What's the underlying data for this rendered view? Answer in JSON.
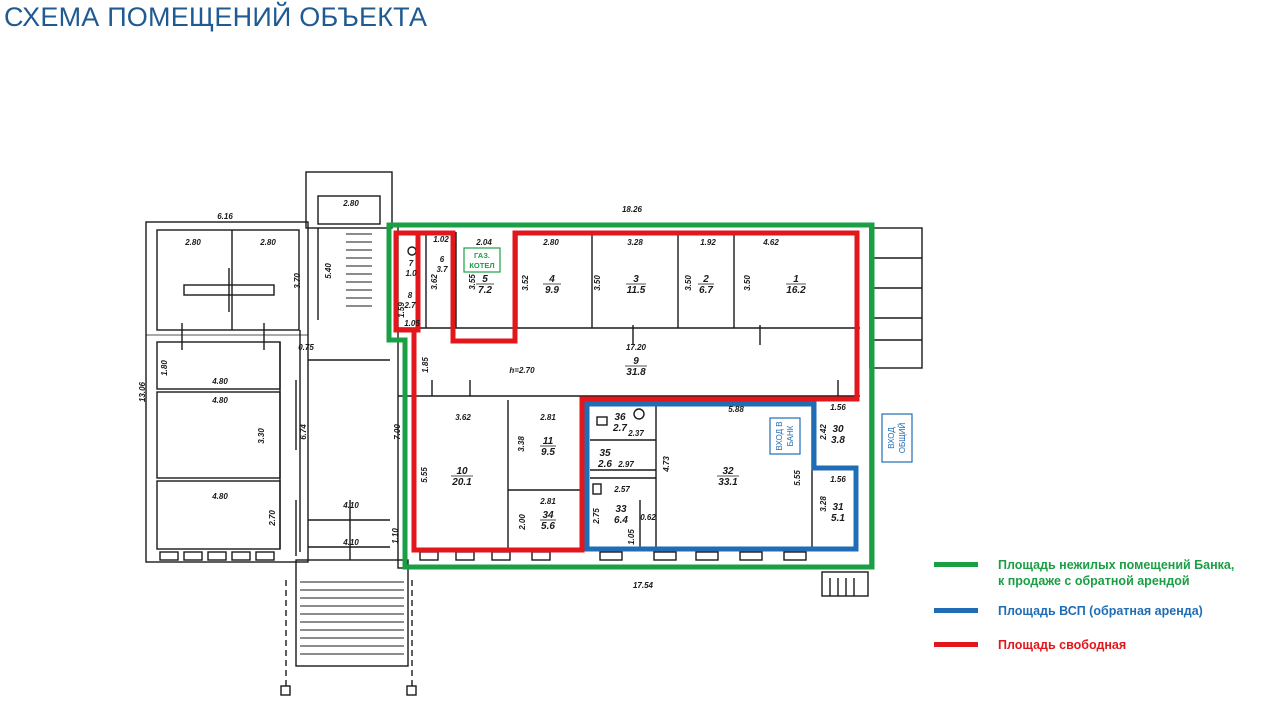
{
  "title": "СХЕМА ПОМЕЩЕНИЙ ОБЪЕКТА",
  "colors": {
    "title": "#1f5a92",
    "green": "#1a9f45",
    "blue": "#1f6db5",
    "red": "#e3161b"
  },
  "legend": [
    {
      "label_line1": "Площадь нежилых помещений Банка,",
      "label_line2": "к продаже с обратной арендой",
      "color": "#1a9f45"
    },
    {
      "label_line1": "Площадь ВСП (обратная аренда)",
      "label_line2": "",
      "color": "#1f6db5"
    },
    {
      "label_line1": "Площадь  свободная",
      "label_line2": "",
      "color": "#e3161b"
    }
  ],
  "annotations": {
    "gas_boiler_1": "ГАЗ.",
    "gas_boiler_2": "КОТЕЛ",
    "bank_entrance_1": "ВХОД В",
    "bank_entrance_2": "БАНК",
    "common_entrance_1": "ВХОД",
    "common_entrance_2": "ОБЩИЙ",
    "ceiling_height": "h=2.70"
  },
  "dimensions": {
    "d_280_stair": "2.80",
    "d_1826": "18.26",
    "d_616": "6.16",
    "d_280_a": "2.80",
    "d_280_b": "2.80",
    "d_370": "3.70",
    "d_204": "2.04",
    "d_280_r4": "2.80",
    "d_328": "3.28",
    "d_192": "1.92",
    "d_462": "4.62",
    "d_102": "1.02",
    "d_352": "3.52",
    "d_350_a": "3.50",
    "d_350_b": "3.50",
    "d_350_c": "3.50",
    "d_1306": "13.06",
    "d_180": "1.80",
    "d_075": "0.75",
    "d_1720": "17.20",
    "d_480_a": "4.80",
    "d_480_b": "4.80",
    "d_480_c": "4.80",
    "d_330": "3.30",
    "d_674": "6.74",
    "d_700": "7.00",
    "d_185": "1.85",
    "d_362": "3.62",
    "d_281_a": "2.81",
    "d_281_b": "2.81",
    "d_338": "3.38",
    "d_555_a": "5.55",
    "d_555_b": "5.55",
    "d_588": "5.88",
    "d_156_a": "1.56",
    "d_156_b": "1.56",
    "d_242": "2.42",
    "d_473": "4.73",
    "d_328b": "3.28",
    "d_270": "2.70",
    "d_410_a": "4.10",
    "d_410_b": "4.10",
    "d_110": "1.10",
    "d_200": "2.00",
    "d_275": "2.75",
    "d_257": "2.57",
    "d_297": "2.97",
    "d_237": "2.37",
    "d_062": "0.62",
    "d_105": "1.05",
    "d_1754": "17.54",
    "d_540": "5.40",
    "d_159": "1.59",
    "d_355": "3.55",
    "d_362b": "3.62"
  },
  "rooms": [
    {
      "num": "1",
      "area": "16.2"
    },
    {
      "num": "2",
      "area": "6.7"
    },
    {
      "num": "3",
      "area": "11.5"
    },
    {
      "num": "4",
      "area": "9.9"
    },
    {
      "num": "5",
      "area": "7.2"
    },
    {
      "num": "6",
      "area": "3.7"
    },
    {
      "num": "7",
      "area": "1.0"
    },
    {
      "num": "8",
      "area": "2.7"
    },
    {
      "num": "9",
      "area": "31.8"
    },
    {
      "num": "10",
      "area": "20.1"
    },
    {
      "num": "11",
      "area": "9.5"
    },
    {
      "num": "34",
      "area": "5.6"
    },
    {
      "num": "36",
      "area": "2.7"
    },
    {
      "num": "35",
      "area": "2.6"
    },
    {
      "num": "33",
      "area": "6.4"
    },
    {
      "num": "32",
      "area": "33.1"
    },
    {
      "num": "30",
      "area": "3.8"
    },
    {
      "num": "31",
      "area": "5.1"
    }
  ]
}
